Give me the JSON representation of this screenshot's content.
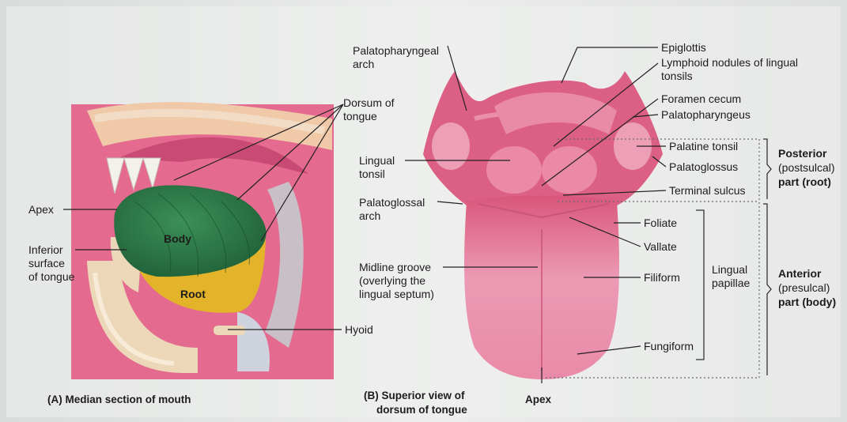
{
  "panel_a": {
    "labels": {
      "dorsum": "Dorsum of",
      "dorsum2": "tongue",
      "apex": "Apex",
      "inferior1": "Inferior",
      "inferior2": "surface",
      "inferior3": "of tongue",
      "body": "Body",
      "root": "Root",
      "hyoid": "Hyoid"
    },
    "caption": "(A) Median section of mouth"
  },
  "panel_b": {
    "labels": {
      "palatopharyngeal_arch1": "Palatopharyngeal",
      "palatopharyngeal_arch2": "arch",
      "lingual_tonsil1": "Lingual",
      "lingual_tonsil2": "tonsil",
      "palatoglossal_arch1": "Palatoglossal",
      "palatoglossal_arch2": "arch",
      "midline1": "Midline groove",
      "midline2": "(overlying the",
      "midline3": "lingual septum)",
      "apex": "Apex",
      "epiglottis": "Epiglottis",
      "lymphoid1": "Lymphoid nodules of lingual",
      "lymphoid2": "tonsils",
      "foramen": "Foramen cecum",
      "palatopharyngeus": "Palatopharyngeus",
      "palatine_tonsil": "Palatine tonsil",
      "palatoglossus": "Palatoglossus",
      "terminal_sulcus": "Terminal sulcus",
      "foliate": "Foliate",
      "vallate": "Vallate",
      "filiform": "Filiform",
      "fungiform": "Fungiform",
      "lingual_papillae1": "Lingual",
      "lingual_papillae2": "papillae",
      "posterior1": "Posterior",
      "posterior2": "(postsulcal)",
      "posterior3": "part (root)",
      "anterior1": "Anterior",
      "anterior2": "(presulcal)",
      "anterior3": "part (body)"
    },
    "caption1": "(B) Superior view of",
    "caption2": "dorsum of tongue"
  },
  "colors": {
    "background": "#e2e4e3",
    "tissue_pink": "#e26b8f",
    "tongue_body_green": "#2f7d4a",
    "tongue_root_yellow": "#e3b42a",
    "bone_beige": "#ecd8b8"
  }
}
